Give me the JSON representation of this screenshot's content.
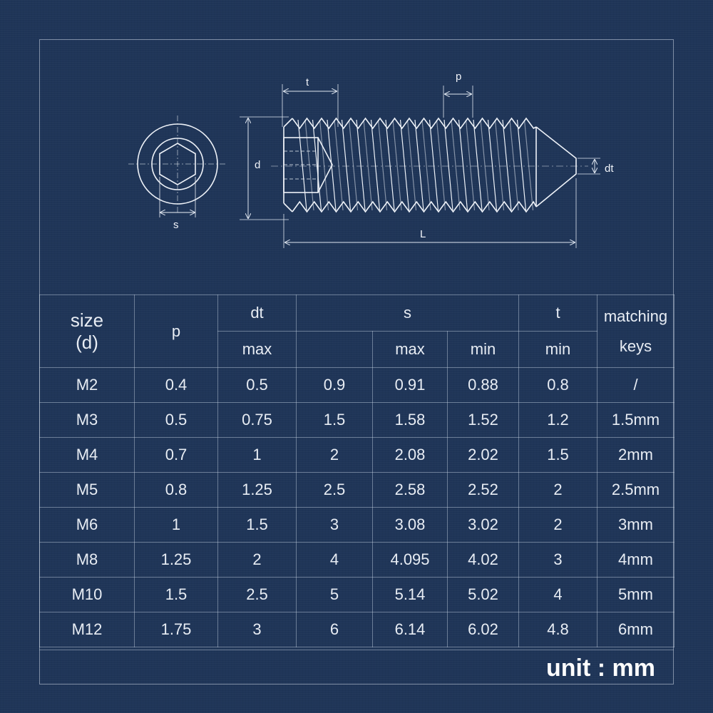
{
  "diagram": {
    "labels": {
      "t": "t",
      "p": "p",
      "d": "d",
      "dt": "dt",
      "s": "s",
      "L": "L"
    }
  },
  "table": {
    "headers": {
      "size": "size",
      "size_unit": "(d)",
      "p": "p",
      "dt": "dt",
      "dt_sub": "max",
      "s": "s",
      "s_sub_max": "max",
      "s_sub_min": "min",
      "t": "t",
      "t_sub": "min",
      "keys_line1": "matching",
      "keys_line2": "keys"
    },
    "rows": [
      [
        "M2",
        "0.4",
        "0.5",
        "0.9",
        "0.91",
        "0.88",
        "0.8",
        "/"
      ],
      [
        "M3",
        "0.5",
        "0.75",
        "1.5",
        "1.58",
        "1.52",
        "1.2",
        "1.5mm"
      ],
      [
        "M4",
        "0.7",
        "1",
        "2",
        "2.08",
        "2.02",
        "1.5",
        "2mm"
      ],
      [
        "M5",
        "0.8",
        "1.25",
        "2.5",
        "2.58",
        "2.52",
        "2",
        "2.5mm"
      ],
      [
        "M6",
        "1",
        "1.5",
        "3",
        "3.08",
        "3.02",
        "2",
        "3mm"
      ],
      [
        "M8",
        "1.25",
        "2",
        "4",
        "4.095",
        "4.02",
        "3",
        "4mm"
      ],
      [
        "M10",
        "1.5",
        "2.5",
        "5",
        "5.14",
        "5.02",
        "4",
        "5mm"
      ],
      [
        "M12",
        "1.75",
        "3",
        "6",
        "6.14",
        "6.02",
        "4.8",
        "6mm"
      ]
    ]
  },
  "footer": {
    "unit": "unit : mm"
  }
}
